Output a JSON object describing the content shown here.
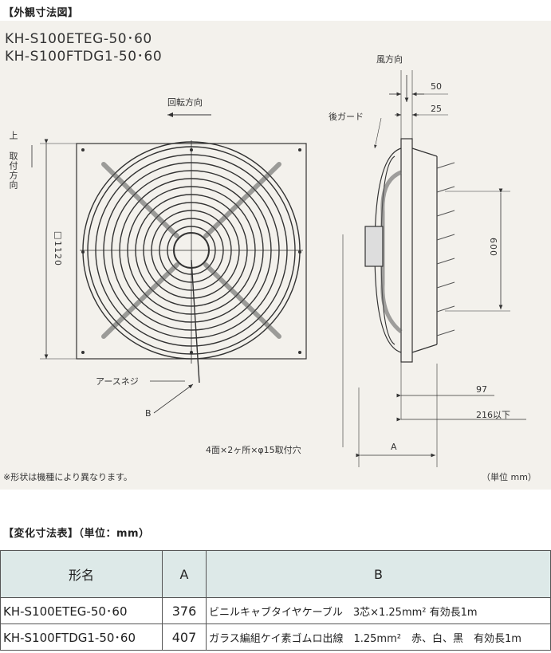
{
  "section1_title": "【外観寸法図】",
  "models": [
    "KH-S100ETEG-50･60",
    "KH-S100FTDG1-50･60"
  ],
  "labels": {
    "rotation": "回転方向",
    "top_dir": [
      "上",
      "取付方向"
    ],
    "size_1120": "□1120",
    "earth_screw": "アースネジ",
    "b": "B",
    "holes": "4面×2ヶ所×φ15取付穴",
    "shape_note": "※形状は機種により異なります。",
    "unit_note": "（単位 mm）",
    "wind_dir": "風方向",
    "rear_guard": "後ガード",
    "d50": "50",
    "d25": "25",
    "d600": "600",
    "d97": "97",
    "d216": "216以下",
    "a": "A"
  },
  "section2_title": "【変化寸法表】（単位：mm）",
  "table": {
    "headers": [
      "形名",
      "A",
      "B"
    ],
    "rows": [
      {
        "model": "KH-S100ETEG-50･60",
        "a": "376",
        "b": "ビニルキャブタイヤケーブル　3芯×1.25mm²  有効長1m"
      },
      {
        "model": "KH-S100FTDG1-50･60",
        "a": "407",
        "b": "ガラス編組ケイ素ゴムロ出線　1.25mm²　赤、白、黒　有効長1m"
      }
    ]
  }
}
